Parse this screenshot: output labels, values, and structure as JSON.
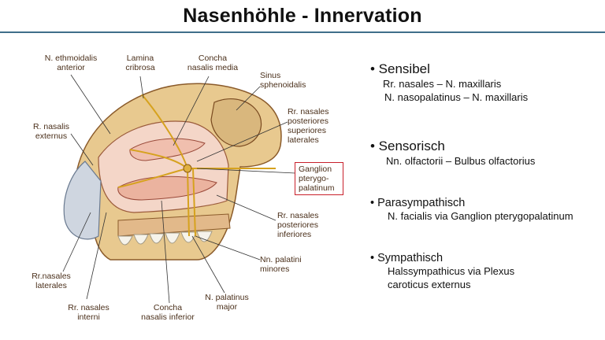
{
  "title": "Nasenhöhle - Innervation",
  "figure": {
    "labels": [
      "N. ethmoidalis\nanterior",
      "Lamina\ncribrosa",
      "Concha\nnasalis media",
      "Sinus\nsphenoidalis",
      "Rr. nasales\nposteriores\nsuperiores\nlaterales",
      "R. nasalis\nexternus",
      "Ganglion\npterygo-\npalatinum",
      "Rr. nasales\nposteriores\ninferiores",
      "Nn. palatini\nminores",
      "Rr.nasales\nlaterales",
      "Rr. nasales\ninterni",
      "Concha\nnasalis inferior",
      "N. palatinus\nmajor"
    ]
  },
  "bullets": [
    {
      "head": "• Sensibel",
      "lines": [
        "Rr. nasales – N. maxillaris",
        "N. nasopalatinus – N. maxillaris"
      ]
    },
    {
      "head": "• Sensorisch",
      "lines": [
        "Nn. olfactorii – Bulbus olfactorius"
      ]
    },
    {
      "head": "• Parasympathisch",
      "lines": [
        "N. facialis via Ganglion pterygopalatinum"
      ]
    },
    {
      "head": "• Sympathisch",
      "lines": [
        "Halssympathicus via Plexus",
        "caroticus externus"
      ]
    }
  ]
}
